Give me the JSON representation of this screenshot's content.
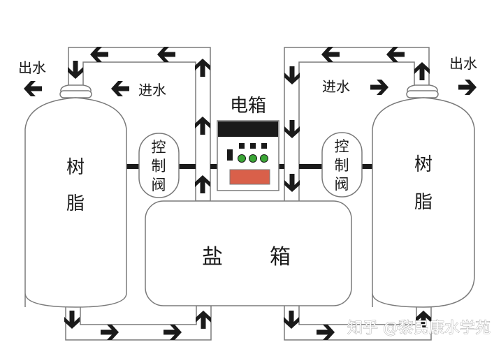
{
  "diagram": {
    "type": "water-softener-twin-tank-flow",
    "colors": {
      "outline": "#7a7a7a",
      "arrow": "#1a1a1a",
      "pipe_fill": "#ffffff",
      "control_box_header": "#1a1a1a",
      "indicator_green": "#3aa635",
      "display_red": "#d9604a"
    },
    "labels": {
      "left_outlet": "出水",
      "left_inlet": "进水",
      "right_outlet": "出水",
      "right_inlet": "进水",
      "control_box": "电箱",
      "left_valve": [
        "控",
        "制",
        "阀"
      ],
      "right_valve": [
        "控",
        "制",
        "阀"
      ],
      "left_tank": [
        "树",
        "脂"
      ],
      "right_tank": [
        "树",
        "脂"
      ],
      "brine_tank": [
        "盐",
        "箱"
      ]
    },
    "watermark": "知乎 @黎民康水学苑",
    "flows": [
      {
        "id": "left-top-pipe",
        "direction": "left"
      },
      {
        "id": "left-riser",
        "direction": "up"
      },
      {
        "id": "left-into-tank",
        "direction": "down"
      },
      {
        "id": "left-bottom-pipe",
        "direction": "right"
      },
      {
        "id": "left-bottom-riser",
        "direction": "up"
      },
      {
        "id": "right-top-pipe",
        "direction": "left"
      },
      {
        "id": "right-down",
        "direction": "down"
      },
      {
        "id": "right-up-to-tank",
        "direction": "up"
      },
      {
        "id": "right-bottom-pipe",
        "direction": "right"
      },
      {
        "id": "left-outlet",
        "direction": "left"
      },
      {
        "id": "left-inlet",
        "direction": "left"
      },
      {
        "id": "right-inlet",
        "direction": "right"
      },
      {
        "id": "right-outlet",
        "direction": "right"
      }
    ]
  }
}
